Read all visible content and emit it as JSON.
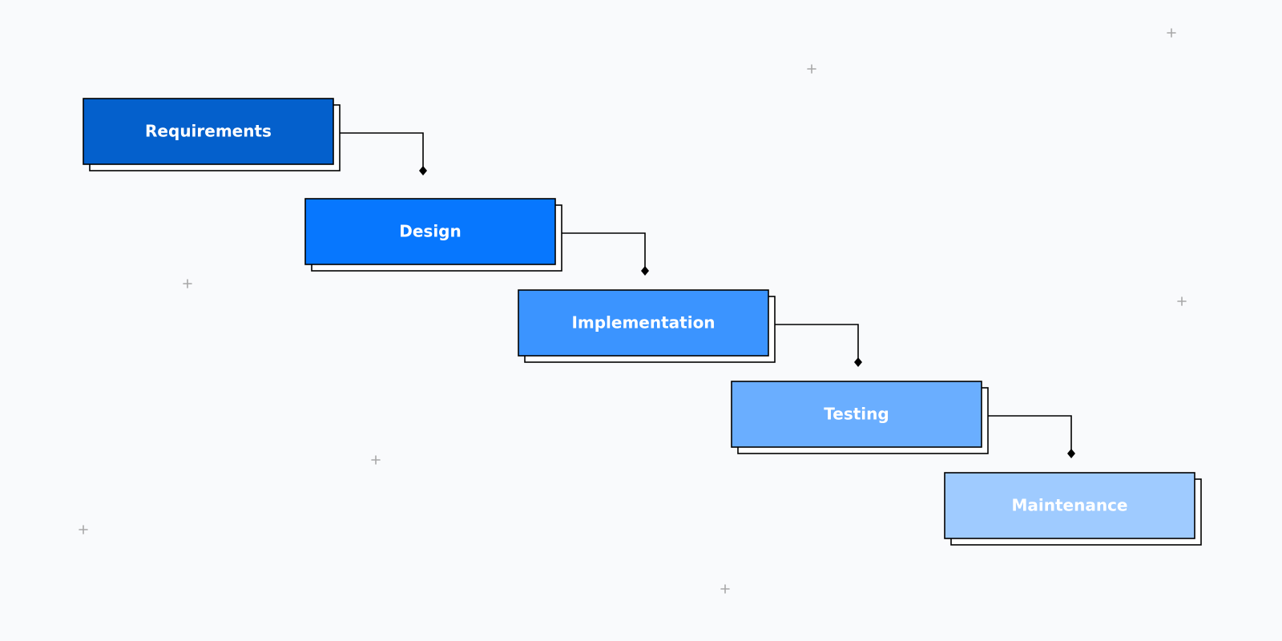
{
  "diagram": {
    "stages": [
      {
        "label": "Requirements",
        "color": "#0460cc"
      },
      {
        "label": "Design",
        "color": "#0777fe"
      },
      {
        "label": "Implementation",
        "color": "#3b94ff"
      },
      {
        "label": "Testing",
        "color": "#6aaeff"
      },
      {
        "label": "Maintenance",
        "color": "#9fcbff"
      }
    ],
    "connector_color": "#000000",
    "shadow_border_color": "#000000",
    "decor_plus_color": "#a8a8a8",
    "background_color": "#f9fafc"
  }
}
